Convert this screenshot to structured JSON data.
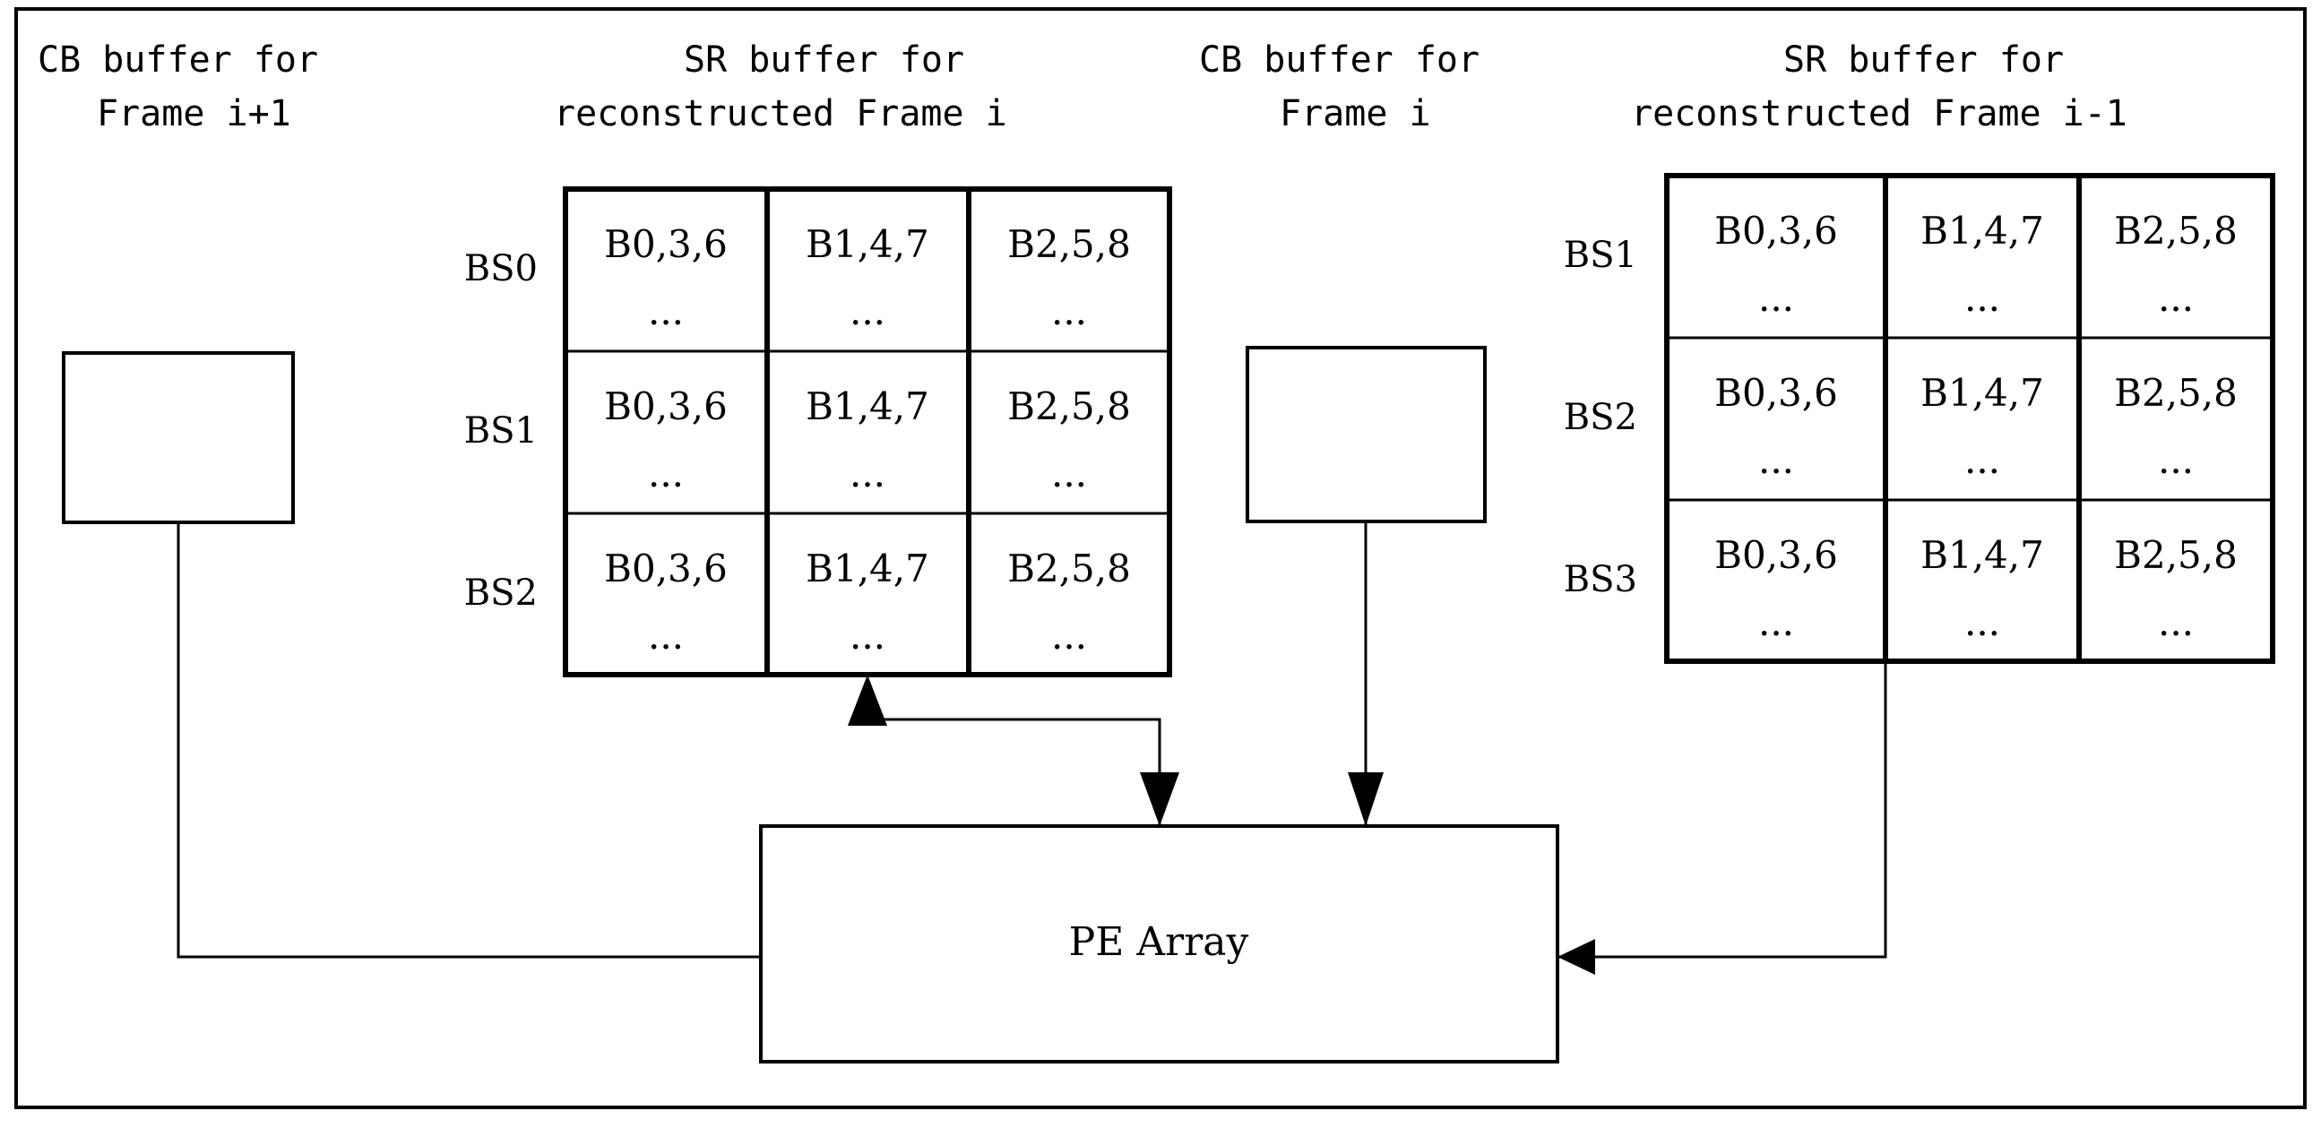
{
  "diagram": {
    "title_cb_left": {
      "line1": "CB buffer for",
      "line2": "Frame i+1"
    },
    "title_sr_left": {
      "line1": "SR buffer for",
      "line2": "reconstructed Frame i"
    },
    "title_cb_mid": {
      "line1": "CB buffer for",
      "line2": "Frame i"
    },
    "title_sr_right": {
      "line1": "SR buffer for",
      "line2": "reconstructed Frame i-1"
    },
    "pe_array_label": "PE Array",
    "ellipsis": "...",
    "colors": {
      "stroke": "#000000",
      "fill": "#ffffff",
      "background": "#ffffff"
    },
    "sr_left_table": {
      "row_labels": [
        "BS0",
        "BS1",
        "BS2"
      ],
      "rows": [
        [
          "B0,3,6",
          "B1,4,7",
          "B2,5,8"
        ],
        [
          "B0,3,6",
          "B1,4,7",
          "B2,5,8"
        ],
        [
          "B0,3,6",
          "B1,4,7",
          "B2,5,8"
        ]
      ]
    },
    "sr_right_table": {
      "row_labels": [
        "BS1",
        "BS2",
        "BS3"
      ],
      "rows": [
        [
          "B0,3,6",
          "B1,4,7",
          "B2,5,8"
        ],
        [
          "B0,3,6",
          "B1,4,7",
          "B2,5,8"
        ],
        [
          "B0,3,6",
          "B1,4,7",
          "B2,5,8"
        ]
      ]
    }
  }
}
